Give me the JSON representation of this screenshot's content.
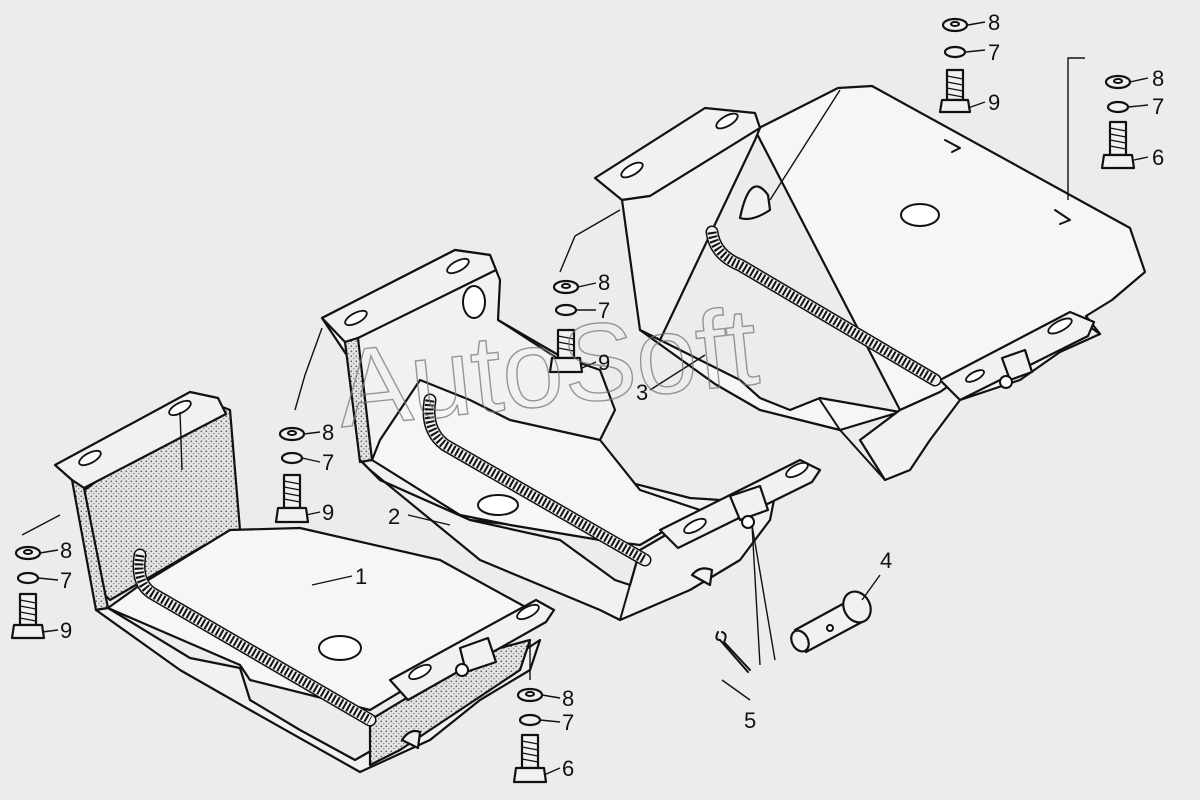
{
  "watermark": "AutoSoft",
  "callouts": {
    "panel_1": "1",
    "panel_2": "2",
    "panel_3": "3",
    "pin": "4",
    "cotter": "5",
    "bolt_short": "6",
    "spring_washer": "7",
    "flat_washer": "8",
    "bolt_long": "9"
  }
}
